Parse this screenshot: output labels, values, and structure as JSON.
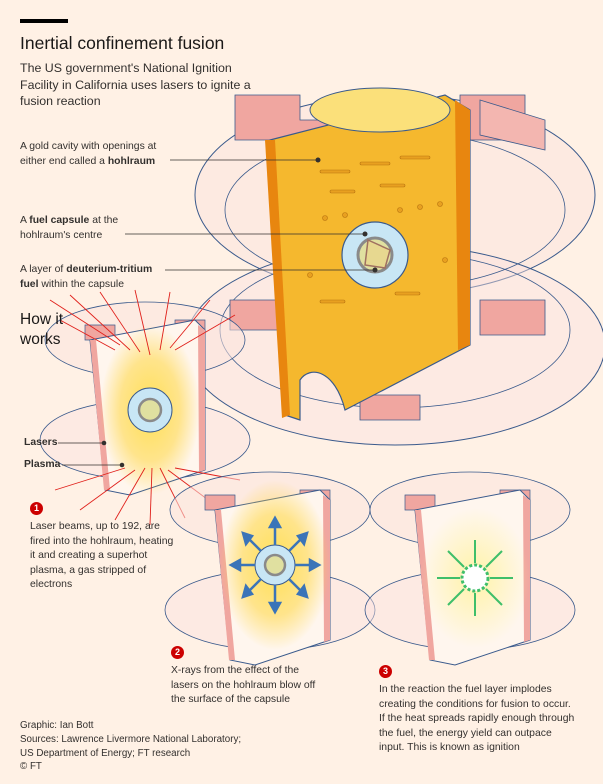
{
  "header": {
    "title": "Inertial confinement fusion",
    "subtitle": "The US government's National Ignition Facility in California uses lasers to ignite a fusion reaction"
  },
  "callouts": {
    "hohlraum": {
      "pre": "A gold cavity with openings at either end called a ",
      "bold": "hohlraum"
    },
    "capsule": {
      "pre": "A ",
      "bold": "fuel capsule",
      "post": " at the hohlraum's centre"
    },
    "fuel": {
      "pre": "A layer of ",
      "bold": "deuterium-tritium fuel",
      "post": " within the capsule"
    }
  },
  "how_it_works": {
    "line1": "How it",
    "line2": "works"
  },
  "labels": {
    "lasers": "Lasers",
    "plasma": "Plasma"
  },
  "steps": [
    {
      "number": "1",
      "text": "Laser beams, up to 192, are fired into the hohlraum, heating it and creating a superhot plasma, a gas stripped of electrons"
    },
    {
      "number": "2",
      "text": "X-rays from the effect of the lasers on the hohlraum blow off the surface of the capsule"
    },
    {
      "number": "3",
      "text": "In the reaction the fuel layer implodes creating the conditions for fusion to occur. If the heat spreads rapidly enough through the fuel, the energy yield can outpace input. This is known as ignition"
    }
  ],
  "credits": {
    "graphic": "Graphic: Ian Bott",
    "sources_1": "Sources: Lawrence Livermore National Laboratory;",
    "sources_2": "US Department of Energy; FT research",
    "copyright": "© FT"
  },
  "colors": {
    "background": "#fff1e5",
    "gold": "#f5b82e",
    "gold_dark": "#e8860f",
    "pink": "#f0a6a0",
    "outline": "#3a5a8c",
    "capsule_blue": "#c8e6f5",
    "laser_red": "#e0201b",
    "arrow_blue": "#3b74b8",
    "arrow_green": "#3fbf6a",
    "badge_red": "#cc0000"
  }
}
